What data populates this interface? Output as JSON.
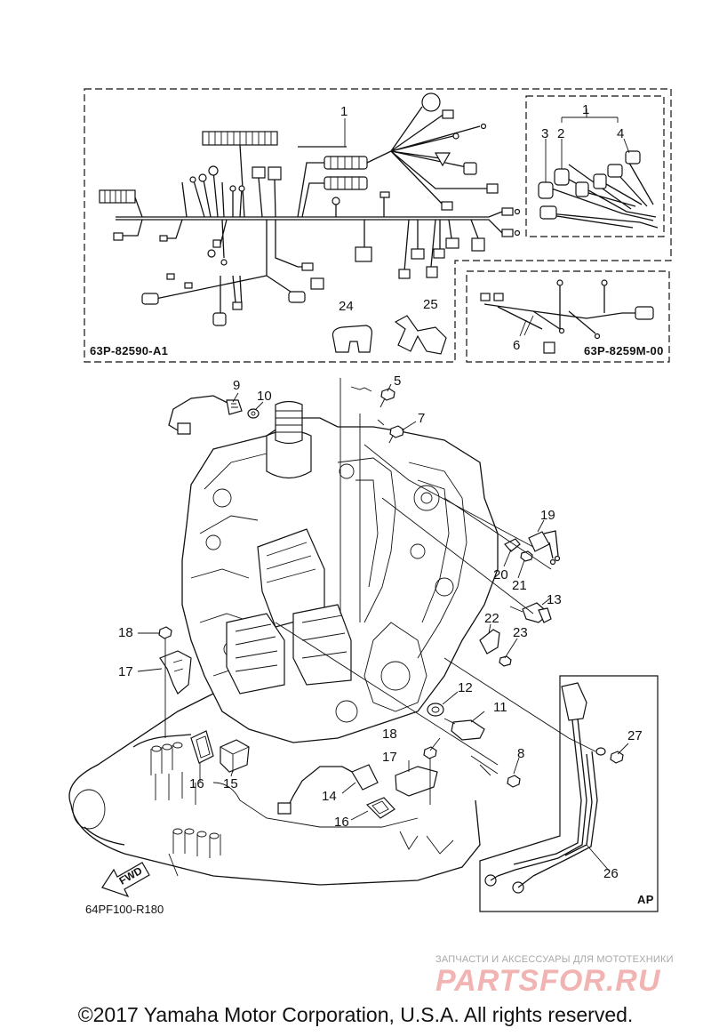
{
  "diagram": {
    "callouts": {
      "c1a": "1",
      "c1b": "1",
      "c2": "2",
      "c3": "3",
      "c4": "4",
      "c5": "5",
      "c6": "6",
      "c7": "7",
      "c8": "8",
      "c9": "9",
      "c10": "10",
      "c11": "11",
      "c12": "12",
      "c13": "13",
      "c14": "14",
      "c15": "15",
      "c16a": "16",
      "c16b": "16",
      "c17a": "17",
      "c17b": "17",
      "c18a": "18",
      "c18b": "18",
      "c19": "19",
      "c20": "20",
      "c21": "21",
      "c22": "22",
      "c23": "23",
      "c24": "24",
      "c25": "25",
      "c26": "26",
      "c27": "27"
    },
    "part_codes": {
      "harness_main": "63P-82590-A1",
      "harness_sub": "63P-8259M-00",
      "figure_ref": "64PF100-R180"
    },
    "labels": {
      "ap": "AP",
      "fwd": "FWD"
    },
    "watermark": {
      "tagline": "ЗАПЧАСТИ И АКСЕССУАРЫ ДЛЯ МОТОТЕХНИКИ",
      "brand": "PARTSFOR.RU"
    },
    "copyright": "©2017 Yamaha Motor Corporation, U.S.A. All rights reserved."
  }
}
